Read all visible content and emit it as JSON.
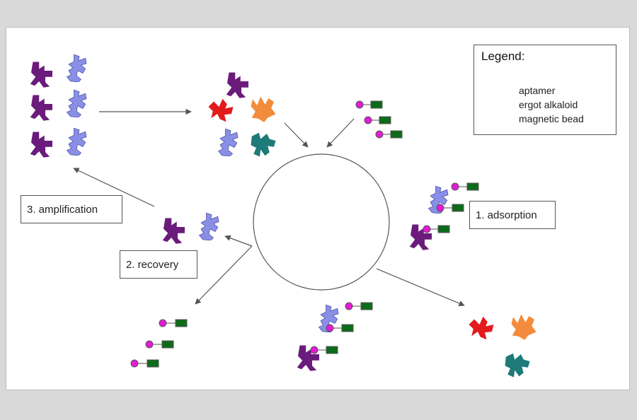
{
  "legend": {
    "title": "Legend:",
    "items": [
      "aptamer",
      "ergot alkaloid",
      "magnetic bead"
    ]
  },
  "steps": {
    "adsorption": "1. adsorption",
    "recovery": "2. recovery",
    "amplification": "3. amplification"
  },
  "colors": {
    "aptamer_target": "#6b1b7b",
    "aptamer_other": "#8a8fe6",
    "decoy_red": "#e31a1c",
    "decoy_orange": "#f28c3c",
    "decoy_teal": "#1f7a7a",
    "ergot_alkaloid": "#e41ad6",
    "magnetic_bead": "#0d6b1a"
  }
}
